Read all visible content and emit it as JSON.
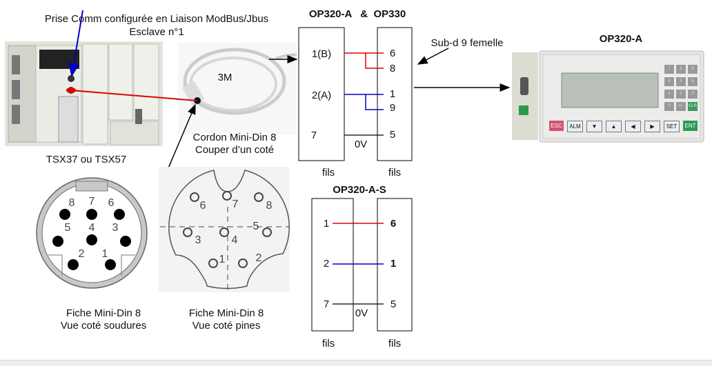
{
  "plc": {
    "callout_line1": "Prise Comm configurée en Liaison ModBus/Jbus",
    "callout_line2": "Esclave n°1",
    "caption": "TSX37 ou TSX57"
  },
  "cable": {
    "length": "3M",
    "caption_line1": "Cordon Mini-Din 8",
    "caption_line2": "Couper d’un coté"
  },
  "minidin_solder": {
    "pins": [
      "1",
      "2",
      "3",
      "4",
      "5",
      "6",
      "7",
      "8"
    ],
    "caption_line1": "Fiche Mini-Din 8",
    "caption_line2": "Vue coté soudures"
  },
  "minidin_pins": {
    "pins": [
      "1",
      "2",
      "3",
      "4",
      "5",
      "6",
      "7",
      "8"
    ],
    "caption_line1": "Fiche Mini-Din 8",
    "caption_line2": "Vue coté pines"
  },
  "wiring_op320_op330": {
    "title": "OP320-A   &  OP330",
    "left_labels": [
      "1(B)",
      "2(A)",
      "7"
    ],
    "right_labels": [
      "6",
      "8",
      "1",
      "9",
      "5"
    ],
    "ground_label": "0V",
    "left_footer": "fils",
    "right_footer": "fils",
    "colors": {
      "b": "#e00000",
      "a": "#0000c0",
      "gnd": "#000000"
    }
  },
  "wiring_op320s": {
    "title": "OP320-A-S",
    "left_labels": [
      "1",
      "2",
      "7"
    ],
    "right_labels": [
      "6",
      "1",
      "5"
    ],
    "ground_label": "0V",
    "left_footer": "fils",
    "right_footer": "fils"
  },
  "connector_note": "Sub-d 9 femelle",
  "device": {
    "title": "OP320-A",
    "keypad": [
      "7",
      "8",
      "9",
      "4",
      "5",
      "6",
      "1",
      "2",
      "3",
      "0",
      "+/-",
      "CLR"
    ],
    "function_keys": [
      "ESC",
      "ALM",
      "▼",
      "▲",
      "◀",
      "▶",
      "SET",
      "ENT"
    ]
  }
}
